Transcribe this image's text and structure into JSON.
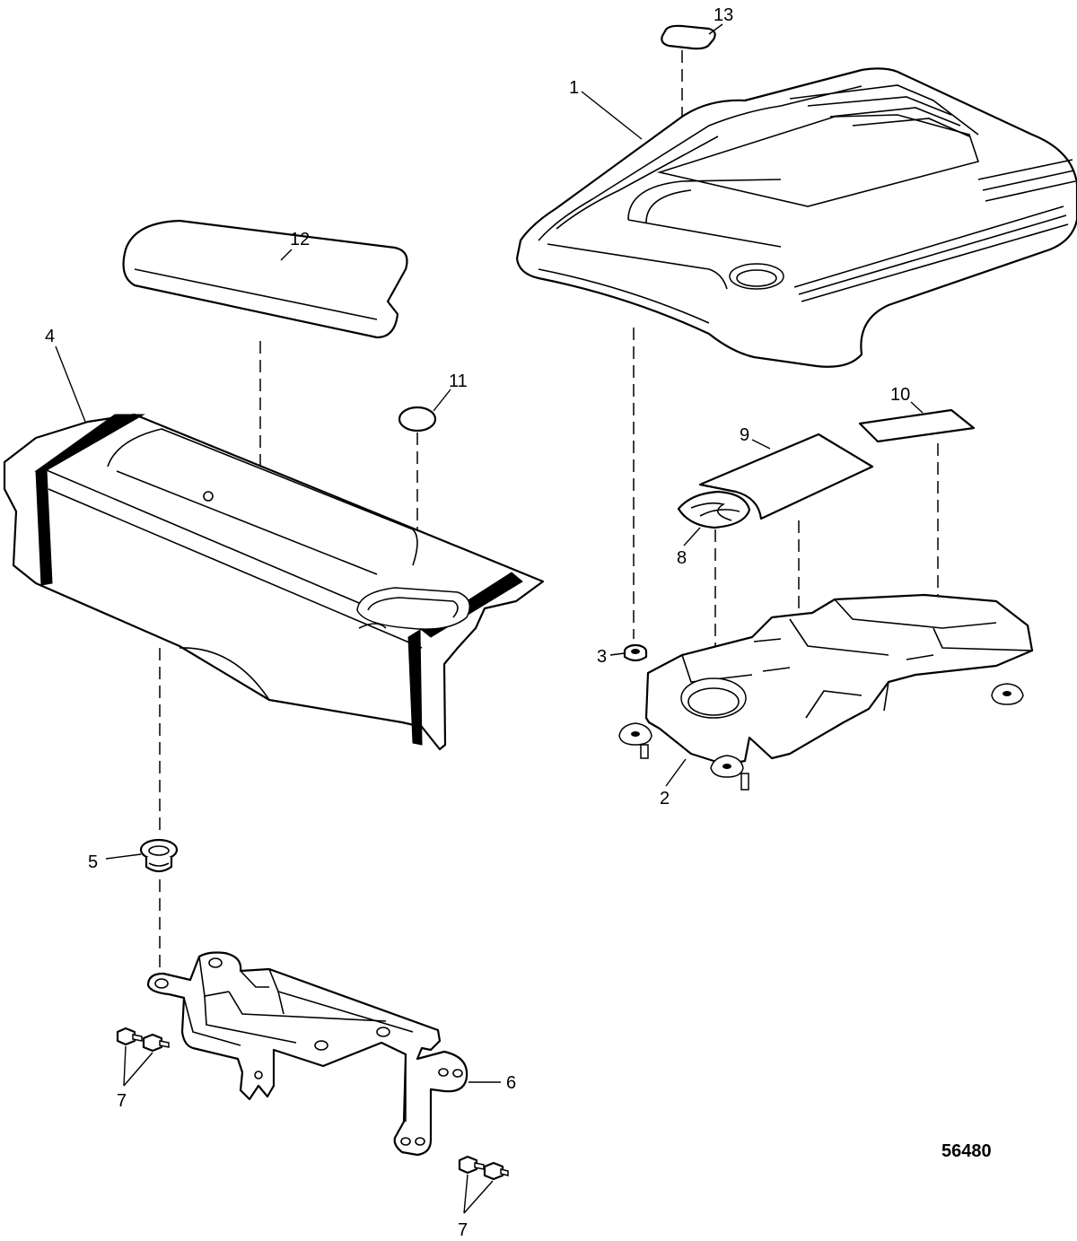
{
  "callouts": {
    "p1": "1",
    "p2": "2",
    "p3": "3",
    "p4": "4",
    "p5": "5",
    "p6": "6",
    "p7a": "7",
    "p7b": "7",
    "p8": "8",
    "p9": "9",
    "p10": "10",
    "p11": "11",
    "p12": "12",
    "p13": "13"
  },
  "figure_id": "56480"
}
